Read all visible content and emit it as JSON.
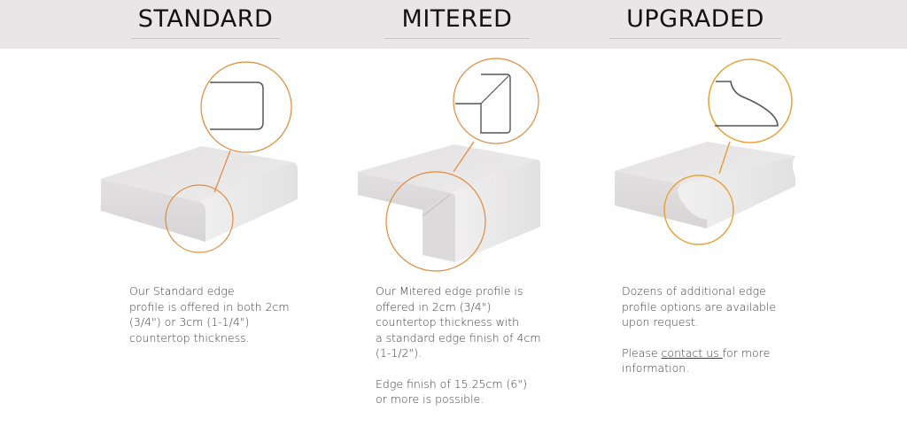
{
  "header": {
    "background": "#e8e6e6",
    "underline_color": "#eab7bd"
  },
  "accent_color": "#e08a3a",
  "columns": [
    {
      "id": "standard",
      "title": "STANDARD",
      "icon": "standard-edge-profile-icon",
      "description": [
        "Our Standard edge",
        "profile is offered in both 2cm",
        "(3/4\")  or 3cm (1-1/4\")",
        "countertop thickness."
      ]
    },
    {
      "id": "mitered",
      "title": "MITERED",
      "icon": "mitered-edge-profile-icon",
      "description": [
        "Our Mitered edge profile is",
        "offered in 2cm (3/4\")",
        "countertop thickness with",
        "a standard edge finish of 4cm",
        "(1-1/2\")."
      ],
      "description_2": [
        "Edge finish of 15.25cm (6\")",
        "or more is possible."
      ]
    },
    {
      "id": "upgraded",
      "title": "UPGRADED",
      "icon": "ogee-edge-profile-icon",
      "description": [
        "Dozens of additional edge",
        "profile options are available",
        "upon request."
      ],
      "description_2_prefix": "Please ",
      "description_2_link": "contact us ",
      "description_2_suffix": "for more",
      "description_2_line2": "information."
    }
  ]
}
